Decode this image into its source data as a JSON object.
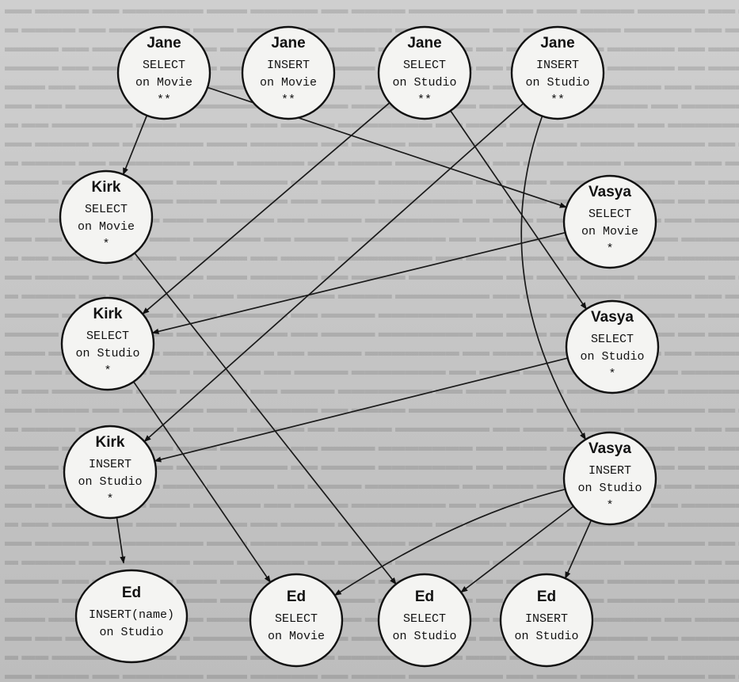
{
  "nodes": [
    {
      "id": "jane-select-movie",
      "user": "Jane",
      "privilege": "SELECT",
      "object": "on Movie",
      "marker": "**"
    },
    {
      "id": "jane-insert-movie",
      "user": "Jane",
      "privilege": "INSERT",
      "object": "on Movie",
      "marker": "**"
    },
    {
      "id": "jane-select-studio",
      "user": "Jane",
      "privilege": "SELECT",
      "object": "on Studio",
      "marker": "**"
    },
    {
      "id": "jane-insert-studio",
      "user": "Jane",
      "privilege": "INSERT",
      "object": "on Studio",
      "marker": "**"
    },
    {
      "id": "kirk-select-movie",
      "user": "Kirk",
      "privilege": "SELECT",
      "object": "on Movie",
      "marker": "*"
    },
    {
      "id": "vasya-select-movie",
      "user": "Vasya",
      "privilege": "SELECT",
      "object": "on Movie",
      "marker": "*"
    },
    {
      "id": "kirk-select-studio",
      "user": "Kirk",
      "privilege": "SELECT",
      "object": "on Studio",
      "marker": "*"
    },
    {
      "id": "vasya-select-studio",
      "user": "Vasya",
      "privilege": "SELECT",
      "object": "on Studio",
      "marker": "*"
    },
    {
      "id": "kirk-insert-studio",
      "user": "Kirk",
      "privilege": "INSERT",
      "object": "on Studio",
      "marker": "*"
    },
    {
      "id": "vasya-insert-studio",
      "user": "Vasya",
      "privilege": "INSERT",
      "object": "on Studio",
      "marker": "*"
    },
    {
      "id": "ed-insert-name-studio",
      "user": "Ed",
      "privilege": "INSERT(name)",
      "object": "on Studio",
      "marker": ""
    },
    {
      "id": "ed-select-movie",
      "user": "Ed",
      "privilege": "SELECT",
      "object": "on Movie",
      "marker": ""
    },
    {
      "id": "ed-select-studio",
      "user": "Ed",
      "privilege": "SELECT",
      "object": "on Studio",
      "marker": ""
    },
    {
      "id": "ed-insert-studio",
      "user": "Ed",
      "privilege": "INSERT",
      "object": "on Studio",
      "marker": ""
    }
  ],
  "edges": [
    {
      "from": "jane-select-movie",
      "to": "kirk-select-movie"
    },
    {
      "from": "jane-select-movie",
      "to": "vasya-select-movie"
    },
    {
      "from": "jane-select-studio",
      "to": "kirk-select-studio"
    },
    {
      "from": "jane-select-studio",
      "to": "vasya-select-studio"
    },
    {
      "from": "jane-insert-studio",
      "to": "kirk-insert-studio"
    },
    {
      "from": "jane-insert-studio",
      "to": "vasya-insert-studio"
    },
    {
      "from": "kirk-select-movie",
      "to": "ed-select-studio"
    },
    {
      "from": "vasya-select-movie",
      "to": "kirk-select-studio"
    },
    {
      "from": "kirk-select-studio",
      "to": "ed-select-movie"
    },
    {
      "from": "vasya-select-studio",
      "to": "kirk-insert-studio"
    },
    {
      "from": "kirk-insert-studio",
      "to": "ed-insert-name-studio"
    },
    {
      "from": "vasya-insert-studio",
      "to": "ed-insert-studio"
    },
    {
      "from": "vasya-insert-studio",
      "to": "ed-select-studio"
    },
    {
      "from": "vasya-insert-studio",
      "to": "ed-select-movie"
    }
  ],
  "colors": {
    "node_fill": "#f4f4f2",
    "stroke": "#111111",
    "page_background": "#c9c9c9"
  }
}
